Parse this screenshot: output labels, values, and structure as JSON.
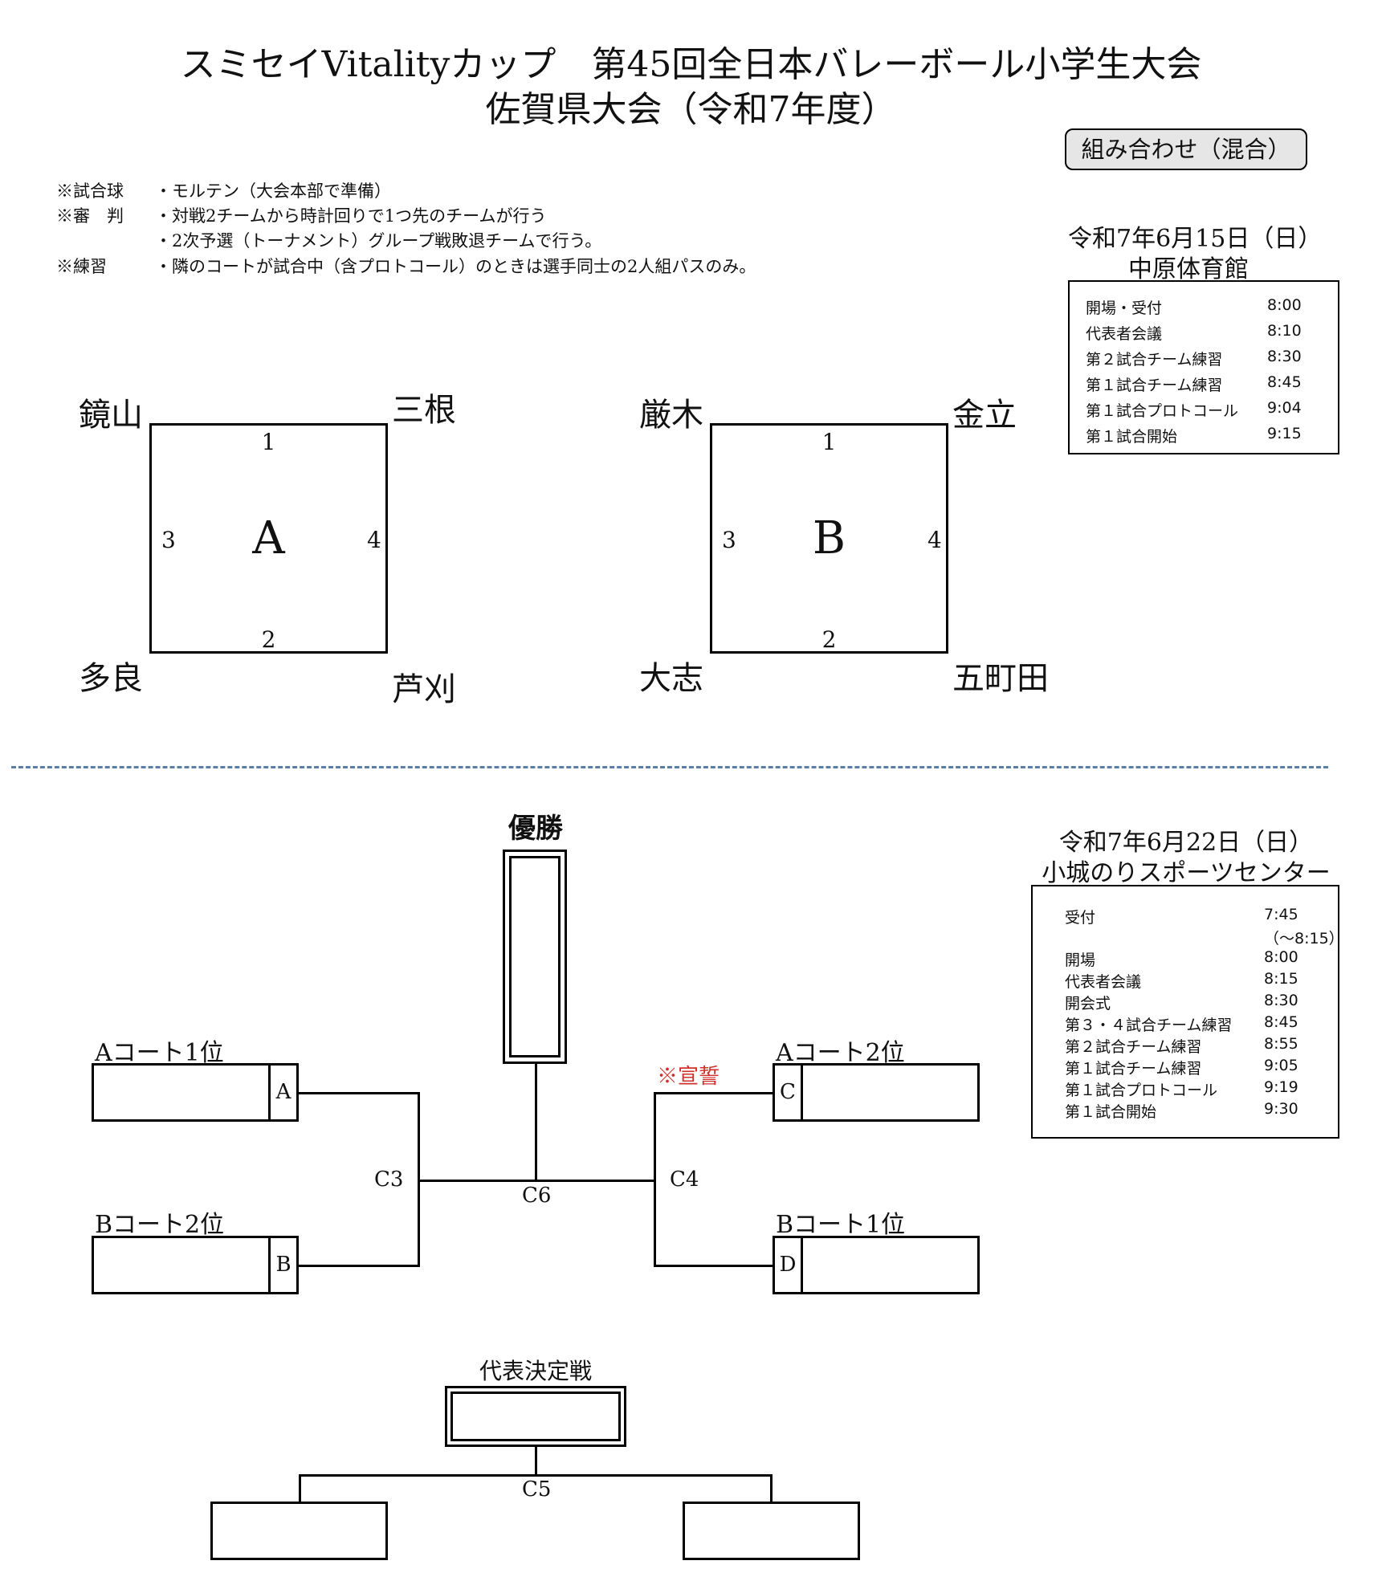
{
  "header": {
    "title_line1": "スミセイVitalityカップ　第45回全日本バレーボール小学生大会",
    "title_line2": "佐賀県大会（令和7年度）",
    "badge": "組み合わせ（混合）"
  },
  "notes": {
    "ball_label": "※試合球",
    "ball_text": "・モルテン（大会本部で準備）",
    "ref_label": "※審　判",
    "ref_text1": "・対戦2チームから時計回りで1つ先のチームが行う",
    "ref_text2": "・2次予選（トーナメント）グループ戦敗退チームで行う。",
    "practice_label": "※練習",
    "practice_text": "・隣のコートが試合中（含プロトコール）のときは選手同士の2人組パスのみ。"
  },
  "day1": {
    "date": "令和7年6月15日（日）",
    "venue": "中原体育館",
    "schedule": [
      {
        "label": "開場・受付",
        "time": "8:00"
      },
      {
        "label": "代表者会議",
        "time": "8:10"
      },
      {
        "label": "第２試合チーム練習",
        "time": "8:30"
      },
      {
        "label": "第１試合チーム練習",
        "time": "8:45"
      },
      {
        "label": "第１試合プロトコール",
        "time": "9:04"
      },
      {
        "label": "第１試合開始",
        "time": "9:15"
      }
    ]
  },
  "groupA": {
    "letter": "A",
    "team_tl": "鏡山",
    "team_tr": "三根",
    "team_bl": "多良",
    "team_br": "芦刈",
    "n1": "1",
    "n2": "2",
    "n3": "3",
    "n4": "4"
  },
  "groupB": {
    "letter": "B",
    "team_tl": "厳木",
    "team_tr": "金立",
    "team_bl": "大志",
    "team_br": "五町田",
    "n1": "1",
    "n2": "2",
    "n3": "3",
    "n4": "4"
  },
  "day2": {
    "date": "令和7年6月22日（日）",
    "venue": "小城のりスポーツセンター",
    "schedule": [
      {
        "label": "受付",
        "time": "7:45"
      },
      {
        "label": "",
        "time": "（〜8:15）"
      },
      {
        "label": "開場",
        "time": "8:00"
      },
      {
        "label": "代表者会議",
        "time": "8:15"
      },
      {
        "label": "開会式",
        "time": "8:30"
      },
      {
        "label": "第３・４試合チーム練習",
        "time": "8:45"
      },
      {
        "label": "第２試合チーム練習",
        "time": "8:55"
      },
      {
        "label": "第１試合チーム練習",
        "time": "9:05"
      },
      {
        "label": "第１試合プロトコール",
        "time": "9:19"
      },
      {
        "label": "第１試合開始",
        "time": "9:30"
      }
    ]
  },
  "bracket": {
    "champion_label": "優勝",
    "slot_a_label": "Aコート1位",
    "slot_a_letter": "A",
    "slot_b_label": "Bコート2位",
    "slot_b_letter": "B",
    "slot_c_label": "Aコート2位",
    "slot_c_letter": "C",
    "slot_d_label": "Bコート1位",
    "slot_d_letter": "D",
    "oath": "※宣誓",
    "c3": "C3",
    "c4": "C4",
    "c6": "C6",
    "rep_label": "代表決定戦",
    "c5": "C5",
    "oath_color": "#d0302a"
  }
}
